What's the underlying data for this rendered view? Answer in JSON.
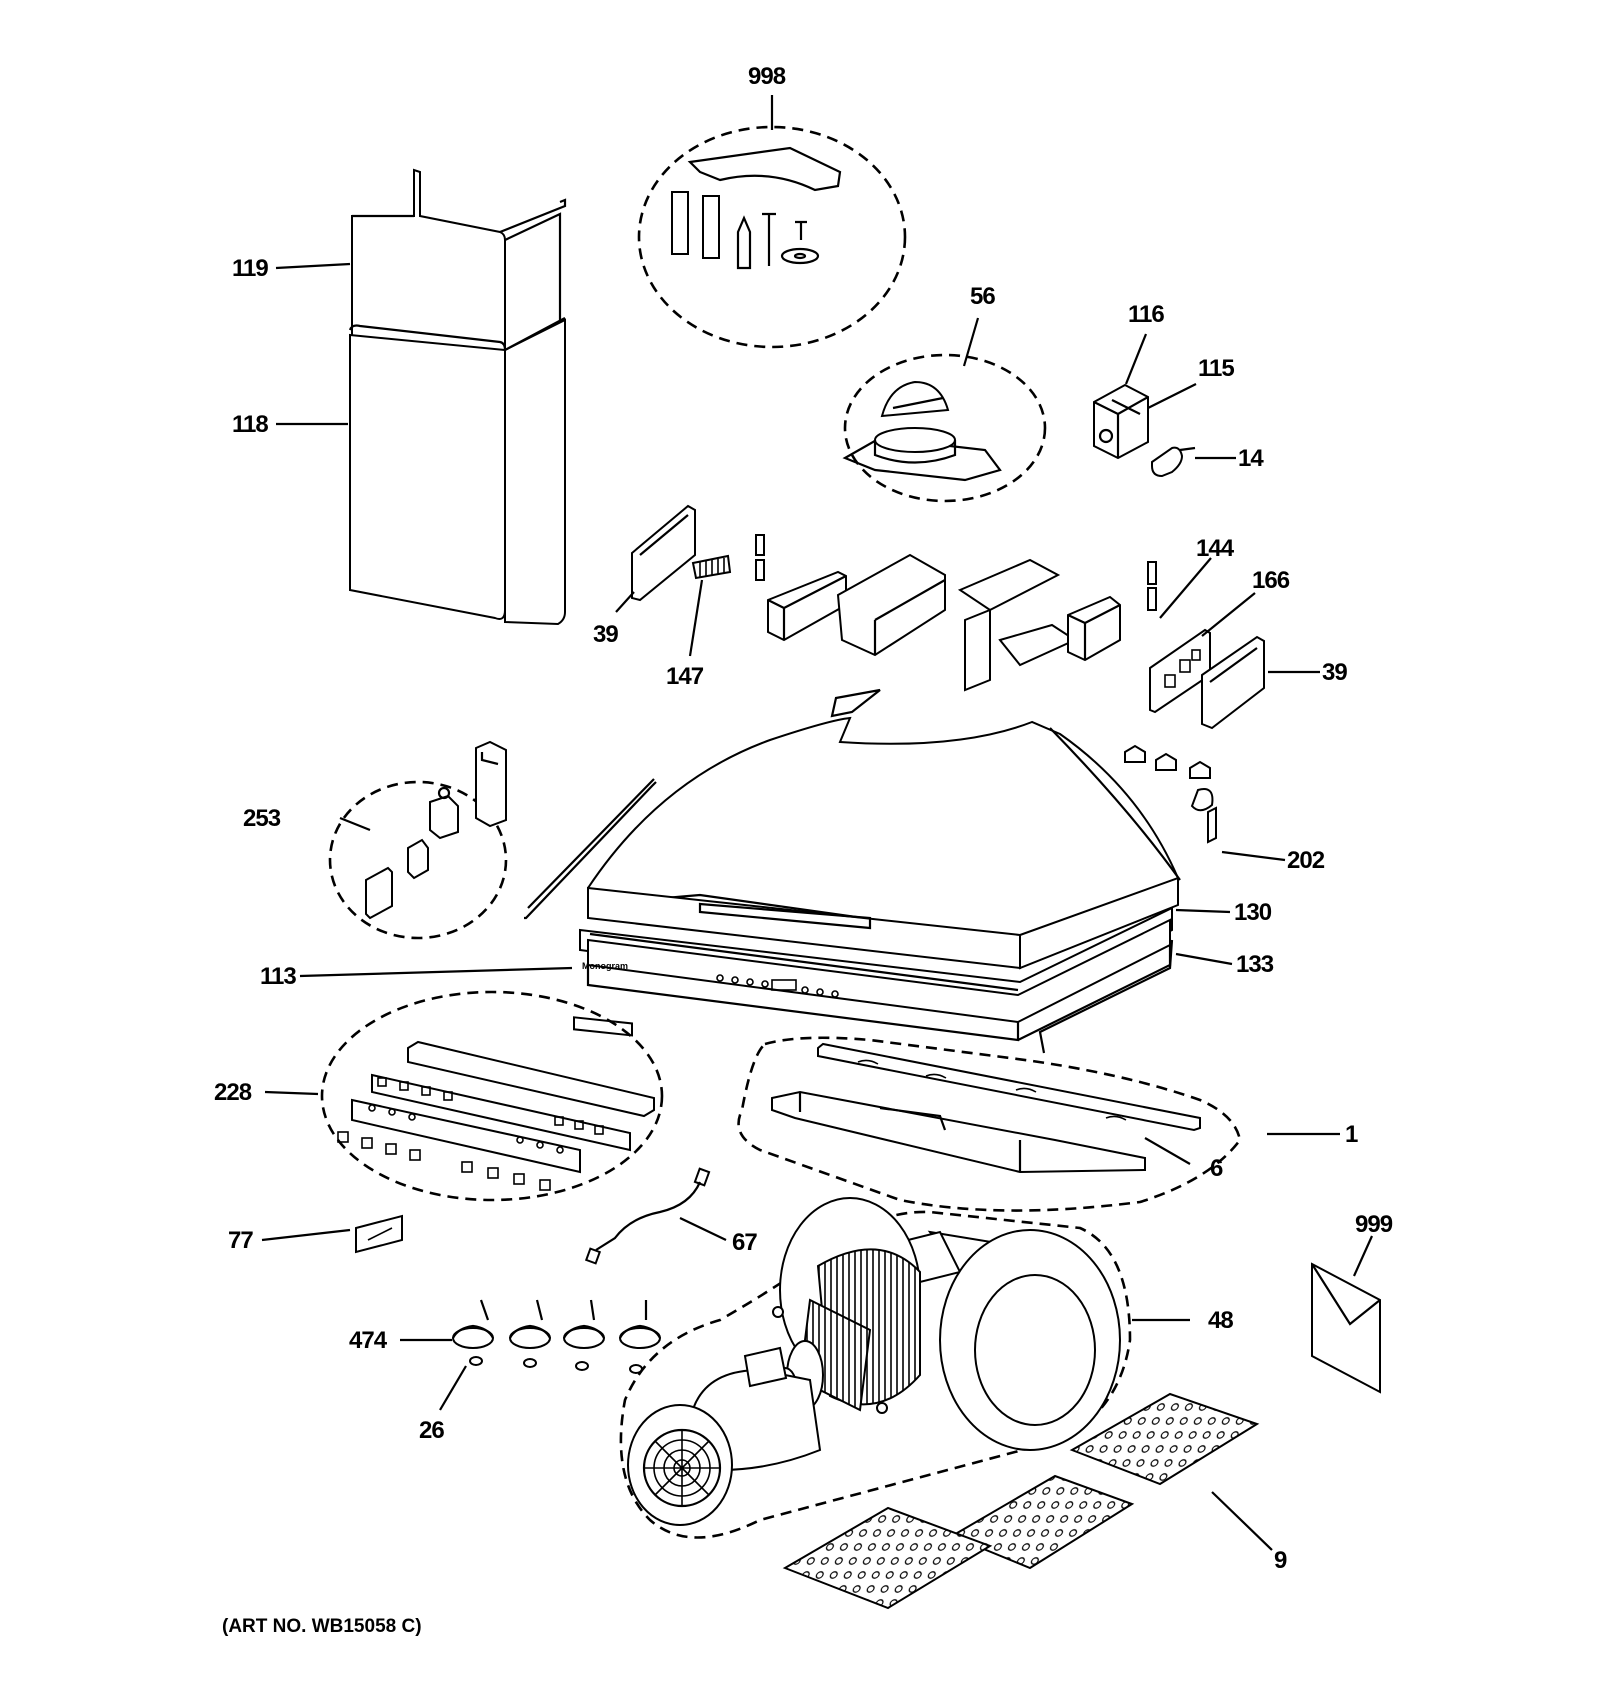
{
  "diagram": {
    "art_number": "(ART NO. WB15058 C)",
    "labels": {
      "p998": "998",
      "p119": "119",
      "p118": "118",
      "p56": "56",
      "p116": "116",
      "p115": "115",
      "p14": "14",
      "p39a": "39",
      "p147": "147",
      "p144": "144",
      "p166": "166",
      "p39b": "39",
      "p253": "253",
      "p202": "202",
      "p130": "130",
      "p113": "113",
      "p133": "133",
      "p228": "228",
      "p1": "1",
      "p6": "6",
      "p77": "77",
      "p67": "67",
      "p999": "999",
      "p48": "48",
      "p474": "474",
      "p26": "26",
      "p9": "9"
    },
    "nameplate": "Monogram"
  }
}
